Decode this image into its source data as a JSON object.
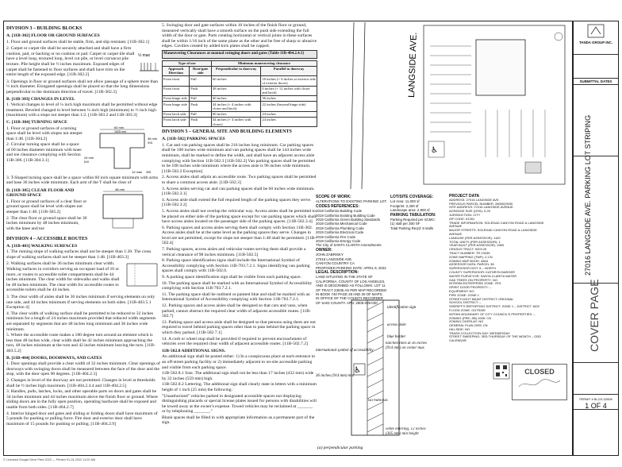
{
  "col1": {
    "div3_title": "DIVISION 3 – BUILDING BLOCKS",
    "s1_title": "A. [11B-302] FLOOR OR GROUND SURFACES",
    "s1_items": [
      "1. Floor and ground surfaces shall be stable, firm, and slip resistant. [11B-302.1]",
      "2. Carpet or carpet tile shall be securely attached and shall have a firm cushion, pad, or backing or no cushion or pad. Carpet or carpet tile shall have a level loop, textured loop, level cut pile, or level cut/uncut pile texture. Pile height shall be ½ inches maximum. Exposed edges of carpet shall be fastened to floor surfaces and shall have trim on the entire length of the exposed edge. [11B-302.2]",
      "3. Openings in floor or ground surfaces shall not allow passage of a sphere more than ½ inch diameter. Elongated openings shall be placed so that the long dimensions perpendicular to the dominant direction of travel. [11B-302.3]"
    ],
    "pile_label": "½ max",
    "s2_title": "B. [11B-303] CHANGES IN LEVEL",
    "s2_items": [
      "1. Vertical changes in level of ¼ inch high maximum shall be permitted without edge treatment. Beveled changed in level between ¼ inch high (minimum) to ½ inch high (maximum) with a slope not steeper than 1:2. [11B-303.2 and 11B-303.3]"
    ],
    "s3_title": "C. [11B-304] TURNING SPACE",
    "s3_items": [
      "1. Floor or ground surfaces of a turning space shall be level with slopes not steeper than 1:48. [11B-304.2]",
      "2. Circular turning space shall be a space of 60 inches diameter minimum with knee and toe clearance complying with Section 11B-306. [11B-304.3.1]",
      "3. T-Shaped turning space shall be a space within 60 inch square minimum with arms and base 36 inches wide minimum. Each arm of the T shall be clear of"
    ],
    "turn_dims": [
      "60 min",
      "1525 mm",
      "36 min",
      "915",
      "24 min",
      "610",
      "12 max",
      "305"
    ],
    "s4_title": "D. [11B-305] CLEAR FLOOR AND GROUND SPACE",
    "clear_label": "48 min",
    "s4_items": [
      "1. Floor or ground surfaces of a clear floor or ground space shall be level with slopes not steeper than 1:48. [11B-305.2]",
      "2. The clear floor or ground space shall be 30 inches minimum by 48 inches minimum, with the knee and toe"
    ],
    "div4_title": "DIVISION 4 – ACCESSIBLE ROUTES",
    "s5_title": "A. [11B-403] WALKING SURFACES",
    "s5_items": [
      "1. The running slope of walking surfaces shall not be steeper than 1:20. The cross slope of walking surfaces shall not be steeper than 1:48. [11B-403.3]",
      "2. Walking surfaces shall be 36 inches minimum clear width. Walking surfaces in corridors serving an occupant load of 10 or more, or routes to accessible toilet compartments shall be 44 inches minimum. The clear width for sidewalks and walks shall be 48 inches minimum. The clear width for accessible routes to accessible toilets shall be 44 inches.",
      "3. The clear width of aisles shall be 36 inches minimum if serving elements on only one side, and 44 inches minimum if serving elements on both sides. [11B-403.5.1 Exception 4]",
      "4. The clear width of walking surface shall be permitted to be reduced to 32 inches minimum for a length of 24 inches maximum provided that reduced width segments are separated by segments that are 48 inches long minimum and 36 inches wide minimum.",
      "5. Where the accessible route makes a 180 degree turn around an element which is less than 48 inches wide, clear width shall be 42 inches minimum approaching the turn, 48 inches minimum at the turn and 42 inches minimum leaving the turn. [11B-403.5.2]"
    ],
    "s6_title": "B. [11B-404] DOORS, DOORWAYS, AND GATES",
    "s6_items": [
      "1. Door openings shall provide a clear width of 32 inches minimum. Clear openings of doorways with swinging doors shall be measured between the face of the door and the stop, with the door open 90 degrees. [11B-404.2.3]",
      "2. Changes in level of the doorway are not permitted. Changes in level at thresholds shall be ½ inches high maximum. [11B-404.2.4.4 and 11B-404.2.5]",
      "3. Handles, pulls, latches, locks, and other operable parts on doors and gates shall be 34 inches minimum and 44 inches maximum above the finish floor or ground. Where sliding doors are in the fully open position, operating hardware shall be exposed and usable from both sides. [11B-404.2.7]",
      "4. Interior hinged door and gates and sliding or folding doors shall have maximum of 5 pounds for pushing or pulling force. Fire door and exterior door shall have maximum of 15 pounds for pushing or pulling. [11B-404.2.9]"
    ]
  },
  "col2": {
    "intro": "5. Swinging door and gate surfaces within 10 inches of the finish floor or ground, measured vertically shall have a smooth surface on the push side extending the full width of the door or gate. Parts creating horizontal or vertical joints in these surfaces shall be within 1/16 inch of the same plane as the other and be free of sharp or abrasive edges. Cavities created by added kick plates shall be capped.",
    "table_title": "Maneuvering Clearances at manual swinging doors and gates (Table 11B-404.2.4.1)",
    "table_headers": [
      "Type of use",
      "",
      "Minimum maneuvering clearance",
      ""
    ],
    "table_sub": [
      "Approach Direction",
      "Door/gate side",
      "Perpendicular to doorway",
      "Parallel to doorway"
    ],
    "table_rows": [
      [
        "From front",
        "Pull",
        "60 inches",
        "18 inches (+ 6 inches at exterior side of exterior doors)"
      ],
      [
        "From front",
        "Push",
        "48 inches",
        "0 inches (+ 12 inches with closer and latch)"
      ],
      [
        "From hinge side",
        "Pull",
        "60 inches",
        "36 inches"
      ],
      [
        "From hinge side",
        "Push",
        "44 inches (+ 4 inches with closer and latch)",
        "22 inches (beyond hinge side)"
      ],
      [
        "From latch side",
        "Pull",
        "60 inches",
        "24 inches"
      ],
      [
        "From latch side",
        "Push",
        "44 inches (+ 4 inches with closer)",
        "24 inches"
      ]
    ],
    "div5_title": "DIVISION 5 – GENERAL SITE AND BUILDING ELEMENTS",
    "s1_title": "A. [11B-502] PARKING SPACES",
    "s1_items": [
      "1. Car and van parking spaces shall be 216 inches long minimum. Car parking spaces shall be 108 inches wide minimum and van parking spaces shall be 144 inches wide minimum, shall be marked to define the width, and shall have an adjacent access aisle complying with Section 11B-502.3 [11B-502.2] Van parking spaces shall be permitted to be 108 inches wide minimum where the access aisle is 96 inches wide minimum. [11B-502.2 Exception]",
      "2. Access aisles shall adjoin an accessible route. Two parking spaces shall be permitted to share a common access aisle. [11B-502.3]",
      "3. Access aisles serving car and van parking spaces shall be 60 inches wide minimum. [11B-502.3.1]",
      "4. Access aisle shall extend the full required length of the parking spaces they serve. [11B-502.3.2]",
      "5. Access aisles shall not overlap the vehicular way. Access aisles shall be permitted to be placed on either side of the parking space except for van parking spaces which shall have access aisles located on the passenger side of the parking spaces. [11B-502.3.4]",
      "6. Parking spaces and access aisles serving them shall comply with Section 11B-302. Access aisles shall be at the same level as the parking spaces they serve. Changes in level are not permitted, except for slope not steeper than 1:48 shall be permitted. [11B-502.4]",
      "7. Parking spaces, access aisles and vehicular routes serving them shall provide a vertical clearance of 98 inches minimum. [11B-502.5]",
      "8. Parking space identification signs shall include the International Symbol of Accessibility complying with Section 11B-703.7.2.1. Signs identifying van parking spaces shall comply with 11B-502.6.",
      "9. A parking space identification sign shall be visible from each parking space.",
      "10. The parking space shall be marked with an International Symbol of Accessibility complying with Section 11B-703.7.2.1.",
      "11. The parking space shall be outlined or painted blue and shall be marked with an International Symbol of Accessibility complying with Section 11B-703.7.2.1.",
      "12. Parking spaces and access aisles shall be designed so that cars and vans, when parked, cannot obstruct the required clear width of adjacent accessible routes. [11B-502.7]",
      "13. Parking space and access aisle shall be designed so that persons using them are not required to travel behind parking spaces other than to pass behind the parking space in which they parked. [11B-502.7.1]",
      "14. A curb or wheel stop shall be provided if required to prevent encroachment of vehicles over the required clear width of adjacent accessible routes. [11B-502.7.2]"
    ],
    "signs_title": "11B-502.8 ADDITIONAL SIGNS.",
    "signs_items": [
      "An additional sign shall be posted either: 1) In a conspicuous place at each entrance to an off-street parking facility or 2) immediately adjacent to on-site accessible parking and visible from each parking space.",
      "11B-502.8.1 Size. The additional sign shall not be less than 17 inches (432 mm) wide by 22 inches (559 mm) high.",
      "11B-502.8.2 Lettering. The additional sign shall clearly state in letters with a minimum height of 1 inch (25 mm) the following:",
      "\"Unauthorized\" vehicles parked in designated accessible spaces not displaying distinguishing placards or special license plates issued for persons with disabilities will be towed away at the owner's expense. Towed vehicles may be reclaimed at _______ or by telephoning _______.\"",
      "Blank spaces shall be filled in with appropriate information as a permanent part of the sign."
    ]
  },
  "diagram": {
    "labels": [
      "identification sign",
      "access aisle",
      "blue border",
      "hatched lines at 36 inches (914 mm) on center max",
      "international symbol of accessibility",
      "36 inches (914 mm) min",
      "NO PARKING",
      "white lettering, 12 inches (305 mm) min height"
    ],
    "caption": "(a) perpendicular parking"
  },
  "site": {
    "street": "LANGSIDE AVE."
  },
  "notes": {
    "scope_title": "SCOPE OF WORK:",
    "scope": "ALTERATIONS TO EXISTING PARKING LOT.",
    "codes_title": "CODES REFERENCES:",
    "codes": [
      "2019 California Building Code",
      "2019 California Existing Building Code",
      "2019 California Green Building Standards",
      "2019 California Mechanical Code",
      "2019 California Plumbing Code",
      "2019 California Electrical Code",
      "2019 California Fire Code",
      "2019 California Energy Code",
      "The City of SANTA CLARITA Amendments"
    ],
    "owner_title": "OWNER:",
    "owner": [
      "JOHN ZABRISKY",
      "27016 LANGSIDE AVE.",
      "CANYON COUNTRY CA",
      "PROPOSED PARKING DATE: APRIL 9, 2022"
    ],
    "legal_title": "LEGAL DESCRIPTION:",
    "legal": "LAND SITUATED IN THE STATE OF CALIFORNIA, COUNTY OF LOS ANGELES, AND IS DESCRIBED AS FOLLOWS: LOT 11 OF TRACT 23035 AS PER MAP RECORDED IN BOOK 740 PAGE 28 AND 30 OF MAPS, IN OFFICE OF THE COUNTY RECORDER OF SAID COUNTY. APN: 2805-029-030",
    "lot_title": "LOT/SITE COVERAGE:",
    "lot": [
      "Lot Area: 11,000 sf",
      "Footprint: 2,400 sf",
      "Landscape area: 2,900 sf"
    ],
    "park_title": "PARKING TABULATION:",
    "park": [
      "Parking Required per SCMC:",
      "(1) stall per 300 SF",
      "Total Parking Req'd: 8 stalls"
    ],
    "proj_title": "PROJECT DATA",
    "proj": [
      "ADDRESS: 27016 LANGSIDE AVE.",
      "PREVIOUS PARCEL NUMBER: 2805029030",
      "SITE ADDRESS: 27016 LANGSIDE AVENUE",
      "ACREAGE SIZE (GSS): 0.25",
      "JURISDICTION: CITY",
      "ZIP CODE: 91351",
      "TRADE INFORMATION: SOLEDAD CANYON ROAD & LANGSIDE AVENUE",
      "MAJOR STREETS: SOLEDAD CANYON ROAD & LANGSIDE AVENUE",
      "LANDUSE (PER ASSESSOR): 1100",
      "TOTAL UNITS (PER ASSESSOR): 1",
      "YEAR BUILT (PER ASSESSOR): 1969",
      "CENSUS TRACT: 9203.29",
      "TRACT NUMBER: TR 23035",
      "ZONE MAPPING (TMP): Z-CN",
      "ZONING MAP BOOK: 4804",
      "ASSESSOR DATA: PARCEL 38",
      "SUPERVISOR DIST: 5 – NORTH",
      "COUNTY SUPERVISOR: KATHRYN BARGER",
      "WATER PURVEYOR: SANTA CLARITA WATER",
      "OAK TREES ON PROPERTY: NO",
      "INTERIM ENTERPRISE ZONE: YES",
      "SPIRIT DOOR PROPERTY: –",
      "EQUIPMENT: NO",
      "FIRE ZONE: ZONE 1",
      "STREETLIGHT MAINT DISTRICT: ORIGINAL",
      "SCHOOL DISTRICT: –",
      "SHERIFF'S REPORTING DISTRICT: ZONE 1 – DISTRICT 1602",
      "FLOOD ZONE: OUTSIDE",
      "WITHIN BOUNDARY OF CITY COUNCIL'S PROPERTIES: –",
      "ZONING (PRE–SB) 2005: CN",
      "ZONING OVERLAY: NO",
      "GENERAL PLAN 2005: CN",
      "HILLSIDE: NO",
      "TRASH COLLECTION DAY: WEDNESDAY",
      "STREET SWEEPING: 3RD THURSDAY OF THE MONTH – ODD CALENDAR"
    ]
  },
  "titleblock": {
    "firm": "TANDA GROUP INC.",
    "submittal": "SUBMITTAL DATES",
    "project_vertical": "27016 LANGSIDE AVE. PARKING LOT STRIPING",
    "sheet_title": "COVER PAGE",
    "sheet_num": "1 OF 4",
    "permit": "PERMIT # BL221-02608"
  },
  "footer": "© Licensed Google Drive Files 2022 — Printed 01-24-2022 11:02 AM",
  "stamp": "CLOSED"
}
